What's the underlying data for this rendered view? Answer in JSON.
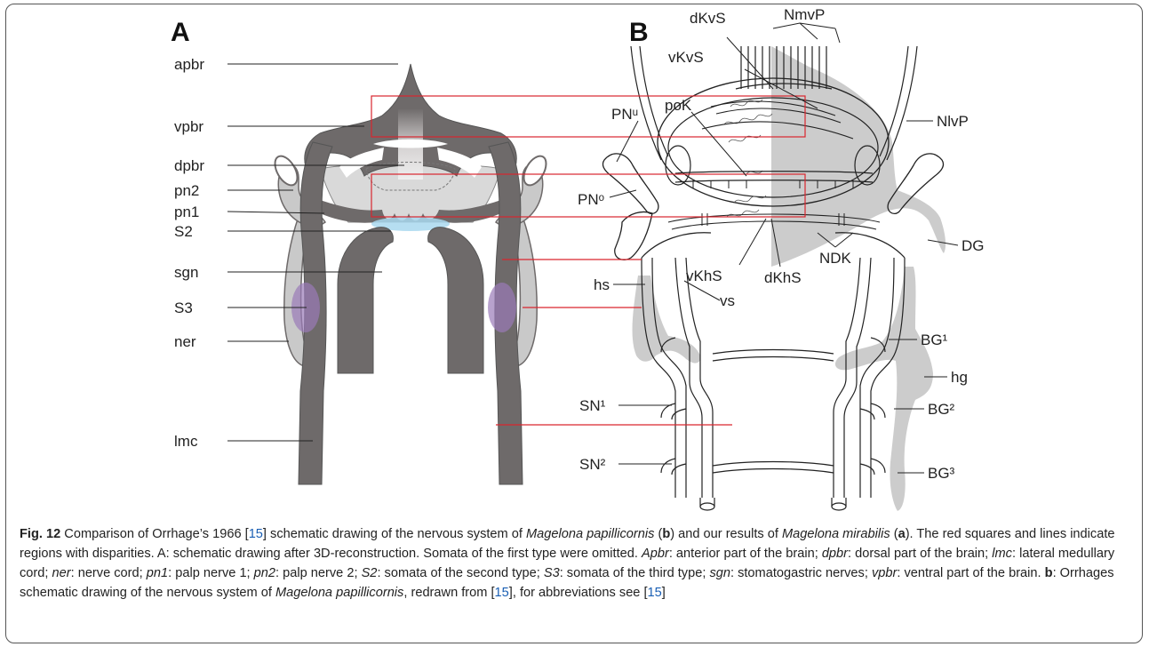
{
  "panel_a": {
    "letter": "A",
    "labels": {
      "apbr": "apbr",
      "vpbr": "vpbr",
      "dpbr": "dpbr",
      "pn2": "pn2",
      "pn1": "pn1",
      "s2": "S2",
      "sgn": "sgn",
      "s3": "S3",
      "ner": "ner",
      "lmc": "lmc"
    }
  },
  "panel_b": {
    "letter": "B",
    "labels": {
      "dkvs": "dKvS",
      "nmvp": "NmvP",
      "vkvs": "vKvS",
      "pnu": "PNᵘ",
      "pok": "poK",
      "nlvp": "NlvP",
      "pno": "PNᵒ",
      "dg": "DG",
      "vkhs": "vKhS",
      "dkhs": "dKhS",
      "ndk": "NDK",
      "hs": "hs",
      "vs": "vs",
      "bg1": "BG¹",
      "hg": "hg",
      "sn1": "SN¹",
      "bg2": "BG²",
      "sn2": "SN²",
      "bg3": "BG³"
    }
  },
  "colors": {
    "dark_gray": "#6e6a6a",
    "mid_gray": "#8e8a8a",
    "light_gray": "#c9c9c9",
    "shade_gray": "#cccccc",
    "red": "#d9262e",
    "blue": "#a9d8ee",
    "purple": "#9a7bb8"
  },
  "caption": {
    "fig": "Fig. 12",
    "p1": " Comparison of Orrhage’s 1966 [",
    "ref1": "15",
    "p2": "] schematic drawing of the nervous system of ",
    "sp1": "Magelona papillicornis",
    "p3": " (",
    "b1": "b",
    "p4": ") and our results of ",
    "sp2": "Magelona mirabilis",
    "p5": " (",
    "a1": "a",
    "p6": "). The red squares and lines indicate regions with disparities. A: schematic drawing after 3D-reconstruction. Somata of the first type were omitted. ",
    "t_apbr": "Apbr",
    "d_apbr": ": anterior part of the brain; ",
    "t_dpbr": "dpbr",
    "d_dpbr": ": dorsal part of the brain; ",
    "t_lmc": "lmc",
    "d_lmc": ": lateral medullary cord; ",
    "t_ner": "ner",
    "d_ner": ": nerve cord; ",
    "t_pn1": "pn1",
    "d_pn1": ": palp nerve 1; ",
    "t_pn2": "pn2",
    "d_pn2": ": palp nerve 2; ",
    "t_s2": "S2",
    "d_s2": ": somata of the second type; ",
    "t_s3": "S3",
    "d_s3": ": somata of the third type; ",
    "t_sgn": "sgn",
    "d_sgn": ": stomatogastric nerves; ",
    "t_vpbr": "vpbr",
    "d_vpbr": ": ventral part of the brain. ",
    "b2": "b",
    "p7": ": Orrhages schematic drawing of the nervous system of ",
    "sp3": "Magelona papillicornis",
    "p8": ", redrawn from [",
    "ref2": "15",
    "p9": "], for abbreviations see [",
    "ref3": "15",
    "p10": "]"
  }
}
